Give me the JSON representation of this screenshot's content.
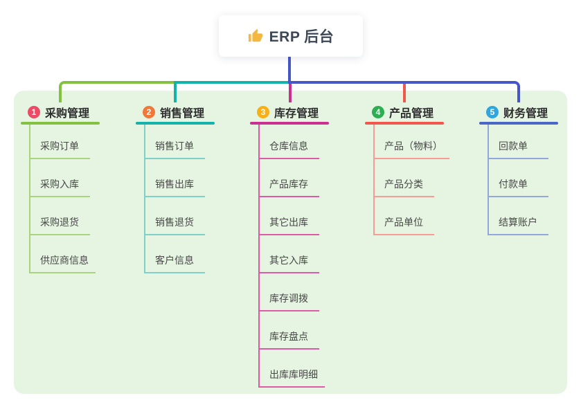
{
  "root": {
    "title": "ERP 后台",
    "icon": "thumbs-up-icon",
    "icon_color": "#f4b73f"
  },
  "colors": {
    "canvas": "#ffffff",
    "panel": "#e6f5e2",
    "stem": "#4656c9",
    "root_text": "#3d4856"
  },
  "branches": [
    {
      "num": "1",
      "title": "采购管理",
      "color": "#84c142",
      "light_color": "#a9d37e",
      "badge_color": "#eb4b66",
      "children": [
        "采购订单",
        "采购入库",
        "采购退货",
        "供应商信息"
      ]
    },
    {
      "num": "2",
      "title": "销售管理",
      "color": "#13b3ab",
      "light_color": "#7fd0c9",
      "badge_color": "#f0793a",
      "children": [
        "销售订单",
        "销售出库",
        "销售退货",
        "客户信息"
      ]
    },
    {
      "num": "3",
      "title": "库存管理",
      "color": "#cb2f90",
      "light_color": "#dd5aa7",
      "badge_color": "#f8b018",
      "children": [
        "仓库信息",
        "产品库存",
        "其它出库",
        "其它入库",
        "库存调拨",
        "库存盘点",
        "出库库明细"
      ]
    },
    {
      "num": "4",
      "title": "产品管理",
      "color": "#f2574e",
      "light_color": "#f79b94",
      "badge_color": "#2ead52",
      "children": [
        "产品（物料）",
        "产品分类",
        "产品单位"
      ]
    },
    {
      "num": "5",
      "title": "财务管理",
      "color": "#4a66c6",
      "light_color": "#93a7dc",
      "badge_color": "#31a5dd",
      "children": [
        "回款单",
        "付款单",
        "结算账户"
      ]
    }
  ]
}
